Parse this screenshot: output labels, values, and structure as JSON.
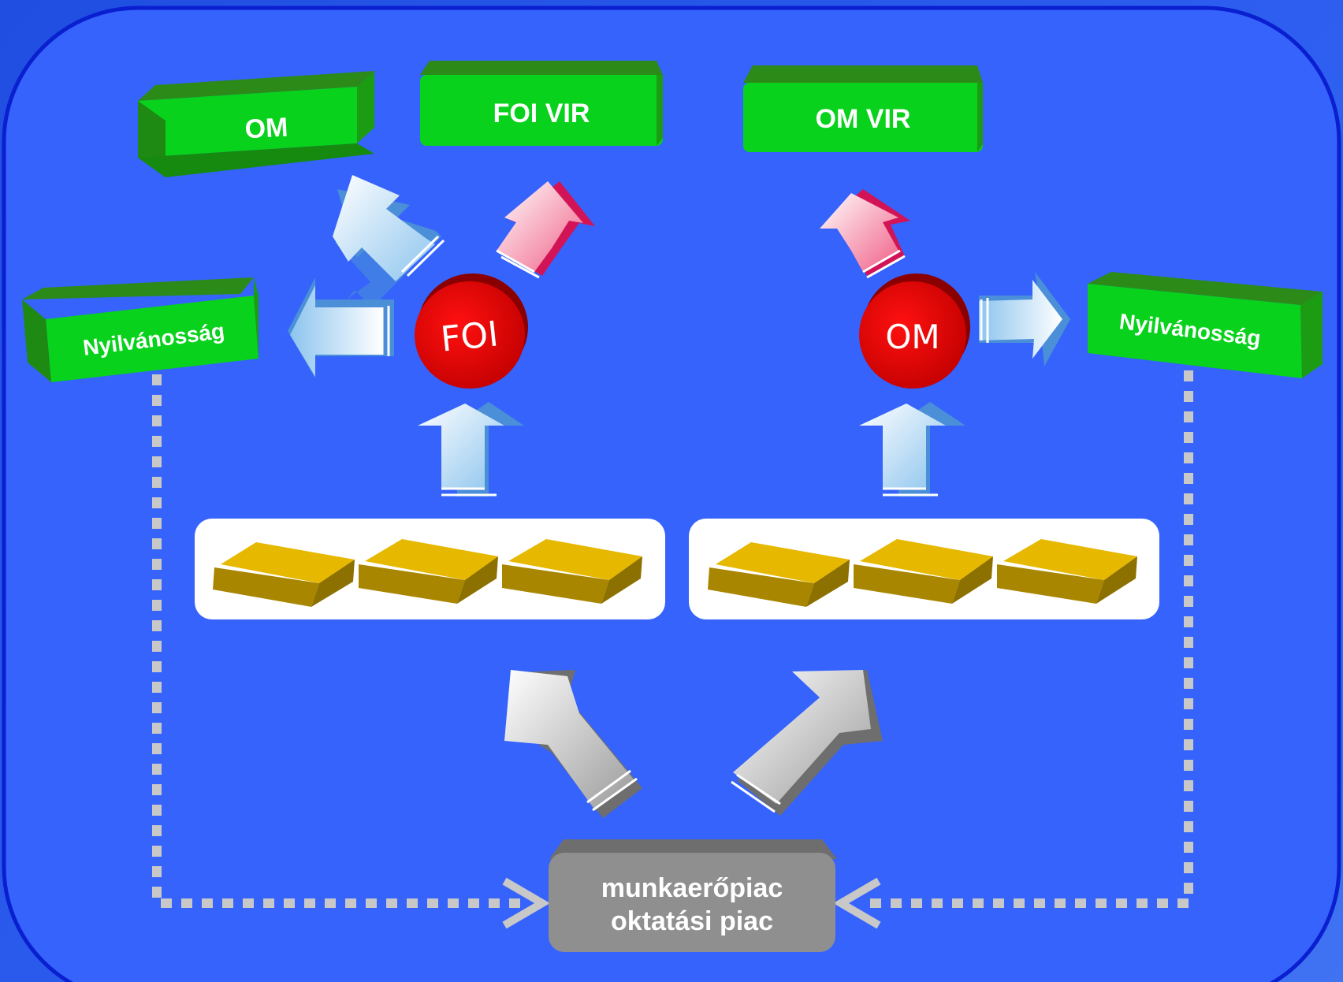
{
  "diagram": {
    "nodes": {
      "om_top": "OM",
      "foi_vir": "FOI VIR",
      "om_vir": "OM VIR",
      "nyilvanossag_left": "Nyilvánosság",
      "nyilvanossag_right": "Nyilvánosság",
      "foi_circle": "FOI",
      "om_circle": "OM",
      "market_line1": "munkaerőpiac",
      "market_line2": "oktatási piac"
    },
    "colors": {
      "background": "#2e5ff0",
      "panel": "#3563fb",
      "panel_border": "#0a1fd0",
      "green_box": "#08d21c",
      "red_circle": "#dc0000",
      "gold_block": "#e6b800",
      "gray_box": "#8f8f8f",
      "dotted_line": "#c8c8c8"
    }
  }
}
